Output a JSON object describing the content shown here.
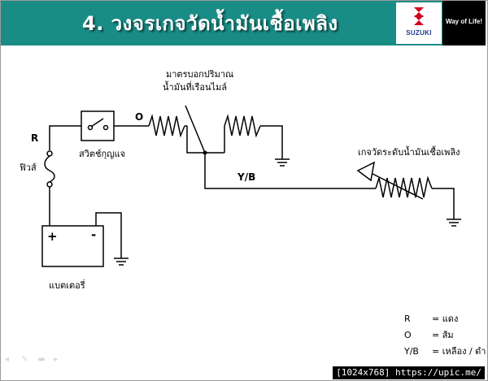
{
  "header": {
    "title": "4. วงจรเกจวัดน้ำมันเชื้อเพลิง",
    "brand": "SUZUKI",
    "slogan": "Way of Life!",
    "brand_color": "#1a8c86"
  },
  "diagram": {
    "labels": {
      "wire_r": "R",
      "wire_o": "O",
      "wire_yb": "Y/B",
      "fuse": "ฟิวส์",
      "ignition_switch": "สวิตช์กุญแจ",
      "battery": "แบตเตอรี่",
      "battery_plus": "+",
      "battery_minus": "-",
      "meter_line1": "มาตรบอกปริมาณ",
      "meter_line2": "น้ำมันที่เรือนไมล์",
      "tank_gauge": "เกจวัดระดับน้ำมันเชื้อเพลิง"
    }
  },
  "legend": [
    {
      "code": "R",
      "meaning": "= แดง"
    },
    {
      "code": "O",
      "meaning": "= ส้ม"
    },
    {
      "code": "Y/B",
      "meaning": "= เหลือง / ดำ"
    }
  ],
  "watermark": "[1024x768] https://upic.me/"
}
